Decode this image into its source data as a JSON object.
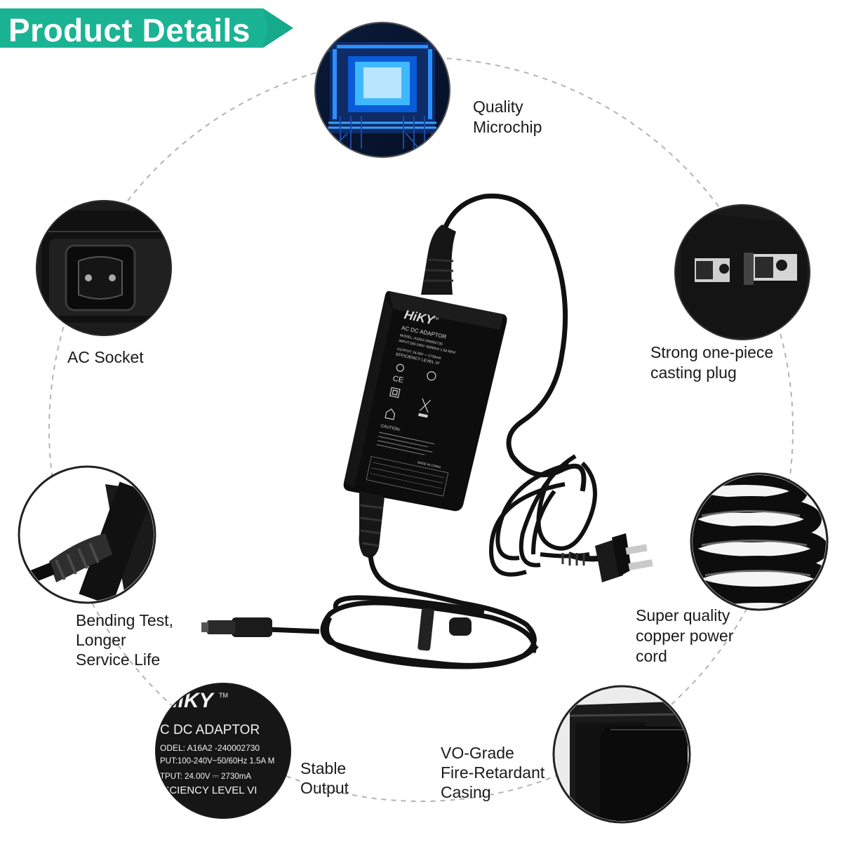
{
  "banner": {
    "title": "Product Details",
    "color": "#1ab394"
  },
  "features": {
    "microchip": {
      "label": "Quality\nMicrochip",
      "icon": "microchip-icon"
    },
    "ac_socket": {
      "label": "AC Socket",
      "icon": "ac-socket-icon"
    },
    "plug": {
      "label": "Strong one-piece\ncasting plug",
      "icon": "plug-icon"
    },
    "bending": {
      "label": "Bending Test,\nLonger\nService Life",
      "icon": "strain-relief-icon"
    },
    "cord": {
      "label": "Super quality\ncopper power\ncord",
      "icon": "coiled-cord-icon"
    },
    "output": {
      "label": "Stable\nOutput",
      "icon": "label-closeup-icon"
    },
    "casing": {
      "label": "VO-Grade\nFire-Retardant\nCasing",
      "icon": "casing-corner-icon"
    }
  },
  "adapter_label": {
    "brand": "HiKY",
    "tm": "TM",
    "title": "AC DC ADAPTOR",
    "model": "MODEL:  A16A2-240002730",
    "input": "INPUT:100-240V~50/60Hz 1.5A MAX",
    "output": "OUTPUT:  24.00V ⎓ 2730mA",
    "efficiency": "EFFICIENCY LEVEL  VI",
    "caution": "CAUTION:",
    "made_in": "MADE IN CHINA"
  },
  "zoom_label": {
    "brand": "HiKY",
    "tm": "TM",
    "title": "C DC ADAPTOR",
    "model": "ODEL:   A16A2 -240002730",
    "input": "PUT:100-240V~50/60Hz 1.5A M",
    "output": "TPUT:   24.00V ⎓ 2730mA",
    "efficiency": "FICIENCY LEVEL  VI"
  }
}
